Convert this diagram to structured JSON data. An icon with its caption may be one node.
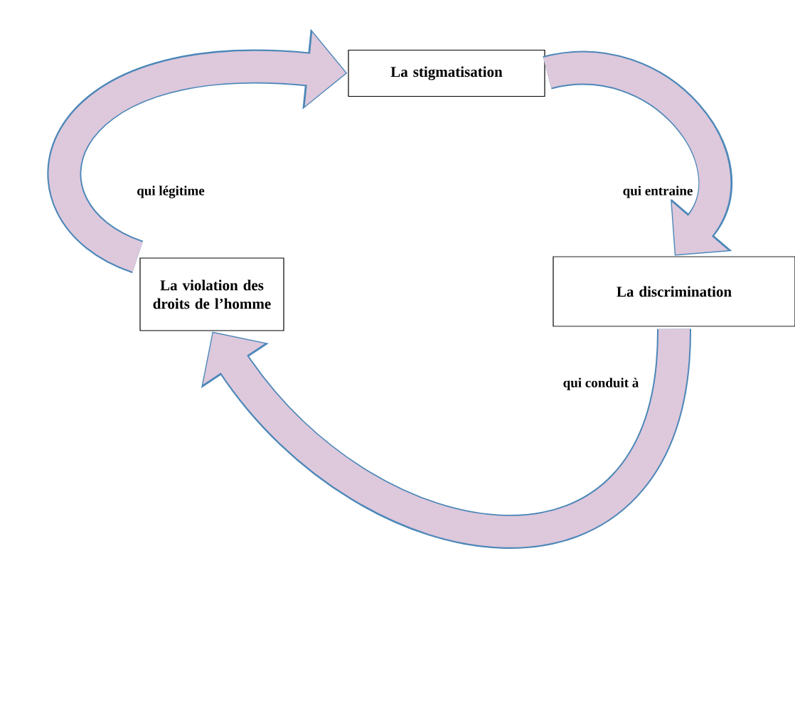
{
  "diagram": {
    "nodes": [
      {
        "text": [
          "La stigmatisation"
        ]
      },
      {
        "text": [
          "La discrimination"
        ]
      },
      {
        "text": [
          "La violation des droits de l’homme"
        ]
      }
    ],
    "edges": [
      {
        "from": 0,
        "to": 1,
        "arrow": "to",
        "label": "qui entraine"
      },
      {
        "from": 1,
        "to": 2,
        "arrow": "to",
        "label": "qui conduit à"
      },
      {
        "from": 2,
        "to": 0,
        "arrow": "to",
        "label": "qui légitime"
      }
    ]
  }
}
